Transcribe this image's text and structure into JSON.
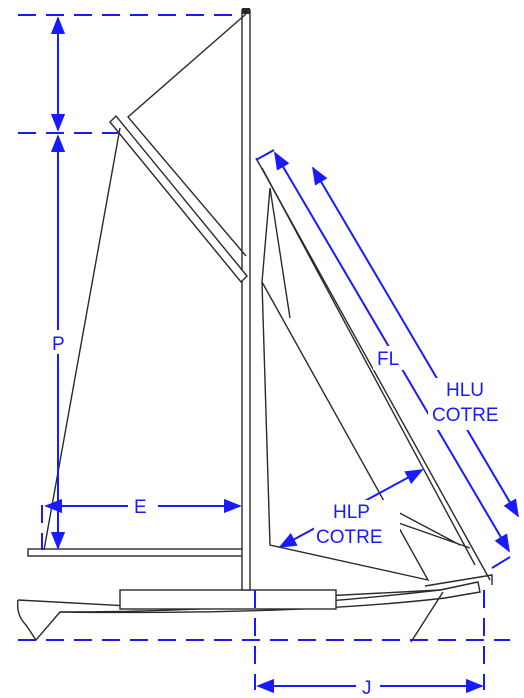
{
  "diagram": {
    "labels": {
      "P": "P",
      "E": "E",
      "FL": "FL",
      "HLU_line1": "HLU",
      "HLU_line2": "COTRE",
      "HLP_line1": "HLP",
      "HLP_line2": "COTRE",
      "J": "J"
    },
    "colors": {
      "dimension": "#1a1aff",
      "outline": "#2a2a2a",
      "background": "#ffffff"
    }
  }
}
